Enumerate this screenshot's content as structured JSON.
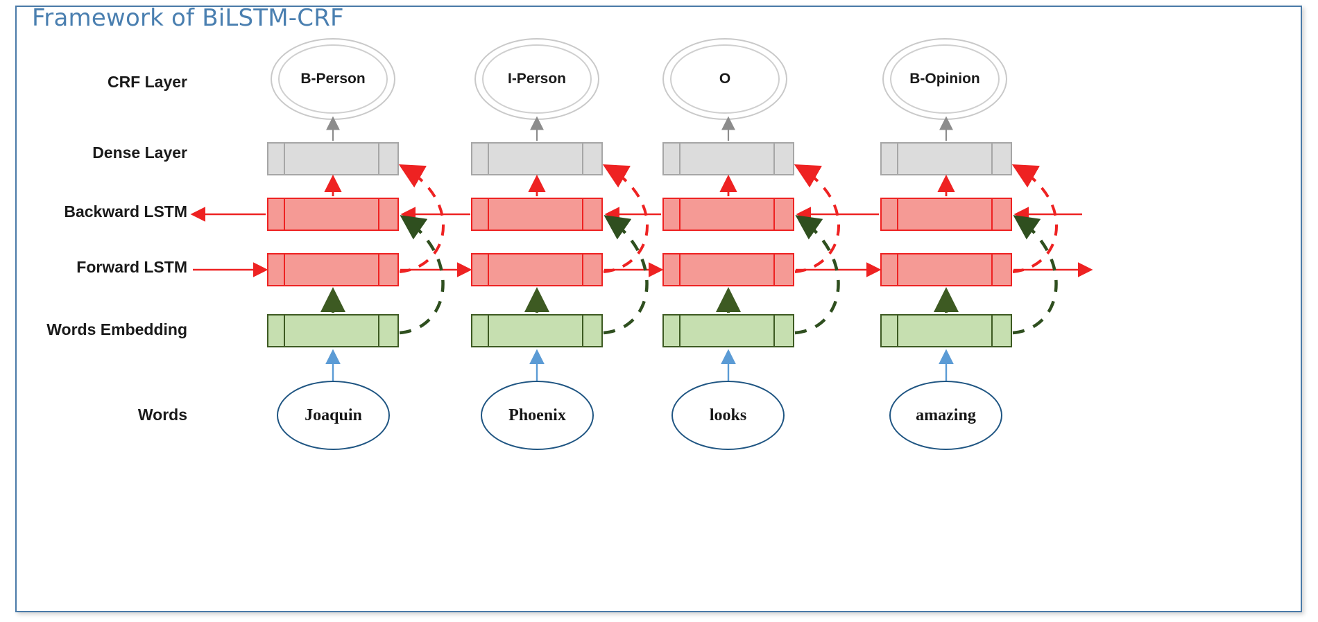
{
  "page": {
    "title": "Framework of BiLSTM-CRF",
    "title_color": "#4a7fb0",
    "frame_color": "#4a7aa8",
    "background": "#ffffff"
  },
  "row_labels": [
    {
      "id": "crf-layer",
      "label": "CRF Layer"
    },
    {
      "id": "dense-layer",
      "label": "Dense Layer"
    },
    {
      "id": "backward-lstm",
      "label": "Backward LSTM"
    },
    {
      "id": "forward-lstm",
      "label": "Forward LSTM"
    },
    {
      "id": "words-embedding",
      "label": "Words Embedding"
    },
    {
      "id": "words",
      "label": "Words"
    }
  ],
  "columns": [
    {
      "index": 0,
      "word": "Joaquin",
      "crf_tag": "B-Person"
    },
    {
      "index": 1,
      "word": "Phoenix",
      "crf_tag": "I-Person"
    },
    {
      "index": 2,
      "word": "looks",
      "crf_tag": "O"
    },
    {
      "index": 3,
      "word": "amazing",
      "crf_tag": "B-Opinion"
    }
  ],
  "colors": {
    "crf_ellipse_border": "#c9c9c9",
    "dense_fill": "#dcdcdc",
    "dense_border": "#a6a6a6",
    "lstm_fill": "#f59a95",
    "lstm_border": "#ee2222",
    "embedding_fill": "#c6dfb0",
    "embedding_border": "#3d5a22",
    "word_ellipse_border": "#1f5582",
    "word_to_embedding_arrow": "#5b9bd5",
    "forward_flow_arrow": "#ee2222",
    "backward_flow_arrow": "#ee2222",
    "embedding_up_arrow": "#3d5a22",
    "dense_to_crf_arrow": "#8c8c8c",
    "dashed_red": "#ee2222",
    "dashed_green": "#2f4f1f"
  },
  "edges": {
    "word_to_embedding": "Words ellipse feeds Words Embedding (blue arrow up)",
    "embedding_to_forward": "Words Embedding feeds Forward LSTM (green arrow up)",
    "forward_to_dense_curve": "Forward LSTM right edge curves up to Dense Layer (red dashed)",
    "embedding_to_backward_curve": "Words Embedding right edge curves up to Backward LSTM (green dashed)",
    "backward_to_dense": "Backward LSTM feeds Dense Layer (red arrow up)",
    "dense_to_crf": "Dense Layer feeds CRF node (gray arrow up)",
    "forward_recurrence": "Forward LSTM chain flows left to right (red solid)",
    "backward_recurrence": "Backward LSTM chain flows right to left (red solid)"
  }
}
